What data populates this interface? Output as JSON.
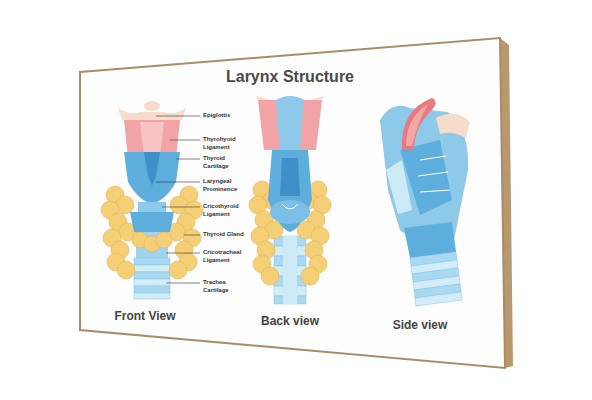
{
  "diagram": {
    "title": "Larynx Structure",
    "labels": [
      "Epiglottis",
      "Thyrohyoid Ligament",
      "Thyroid Cartilage",
      "Laryngeal Prominence",
      "Cricothyroid Ligament",
      "Thyroid Gland",
      "Cricotracheal Ligament",
      "Trachea Cartilage",
      "Front View",
      "Back view",
      "Side view"
    ]
  }
}
